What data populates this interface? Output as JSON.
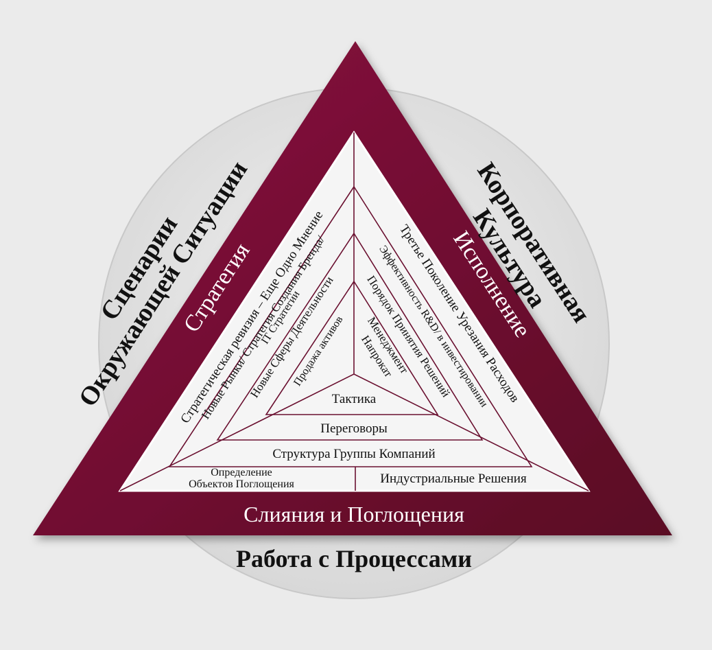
{
  "colors": {
    "background": "#ebebeb",
    "triangle": "#7d0d35",
    "triangle_dark": "#5a0a24",
    "inner_fill": "#f4f4f4",
    "circle": "#e2e2e2",
    "inner_lines": "#6a1030"
  },
  "outer_labels": {
    "top_left_line1": "Сценарии",
    "top_left_line2": "Окружающей Ситуации",
    "top_right_line1": "Корпоративная",
    "top_right_line2": "Культура",
    "bottom": "Работа с Процессами"
  },
  "band_labels": {
    "left": "Стратегия",
    "right": "Исполнение",
    "bottom": "Слияния и Поглощения"
  },
  "left_items": [
    "Стратегическая ревизия – Еще Одно Мнение",
    "Новые Рынки/ Стратегия Создания Бренда/",
    "IT Стратегии",
    "Новые Сферы Деятельности",
    "Продажа активов"
  ],
  "right_items": [
    "Третье Поколение Урезания Расходов",
    "Эффективность R&D/ в инвестировании",
    "Порядок Принятия Решений",
    "Менеджмент",
    "Напрокат"
  ],
  "bottom_items": {
    "tactics": "Тактика",
    "negotiations": "Переговоры",
    "group_structure": "Структура Группы Компаний",
    "targets_line1": "Определение",
    "targets_line2": "Объектов Поглощения",
    "industrial": "Индустриальные Решения"
  }
}
